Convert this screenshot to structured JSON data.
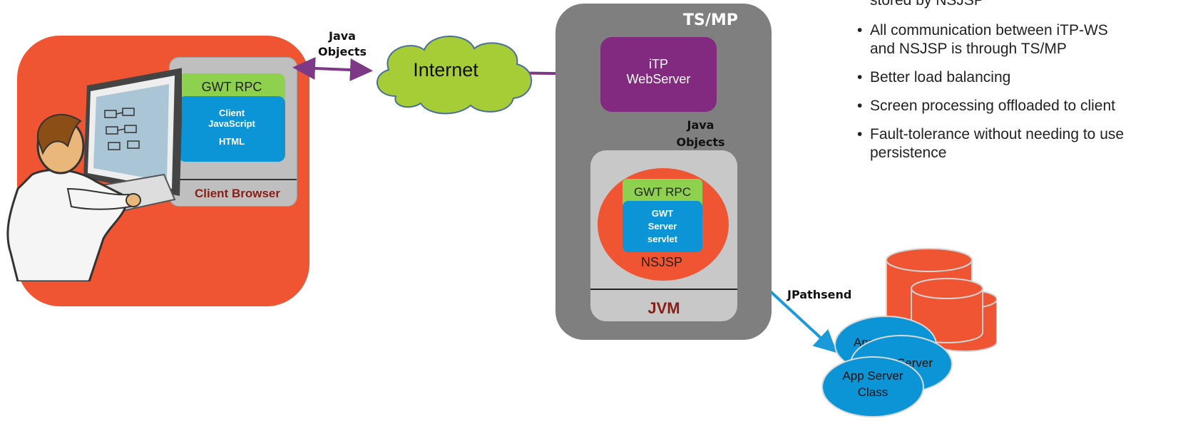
{
  "colors": {
    "client_bg": "#ef5532",
    "browser_gray": "#bfbfbf",
    "gwt_green": "#8ed14f",
    "client_blue": "#0b95d7",
    "tsmp_gray": "#7f7f7f",
    "webserver_purple": "#812a7f",
    "jvm_gray": "#c8c8c8",
    "nsjsp_orange": "#ef5532",
    "internet_green": "#a6cd36",
    "arrow_purple": "#7d3886",
    "arrow_blue": "#1b9ad9",
    "dark_red": "#8b1d17"
  },
  "client": {
    "gwt_rpc": "GWT RPC",
    "client_js_line1": "Client",
    "client_js_line2": "JavaScript",
    "html": "HTML",
    "browser_label": "Client Browser",
    "icon": "user-at-computer-icon"
  },
  "links": {
    "java_objects_top_line1": "Java",
    "java_objects_top_line2": "Objects",
    "internet": "Internet",
    "java_objects_mid_line1": "Java",
    "java_objects_mid_line2": "Objects",
    "jpathsend": "JPathsend"
  },
  "tsmp": {
    "title": "TS/MP",
    "webserver_line1": "iTP",
    "webserver_line2": "WebServer",
    "gwt_rpc": "GWT RPC",
    "servlet_line1": "GWT",
    "servlet_line2": "Server",
    "servlet_line3": "servlet",
    "nsjsp": "NSJSP",
    "jvm": "JVM"
  },
  "app_servers": {
    "back_label": "App Server",
    "mid_label": "App Server",
    "front_line1": "App Server",
    "front_line2": "Class",
    "db_icon": "database-cylinders-icon"
  },
  "notes": [
    "stored by NSJSP",
    "All communication between iTP-WS and NSJSP is through TS/MP",
    "Better load balancing",
    "Screen processing offloaded to client",
    "Fault-tolerance without needing to use persistence"
  ]
}
